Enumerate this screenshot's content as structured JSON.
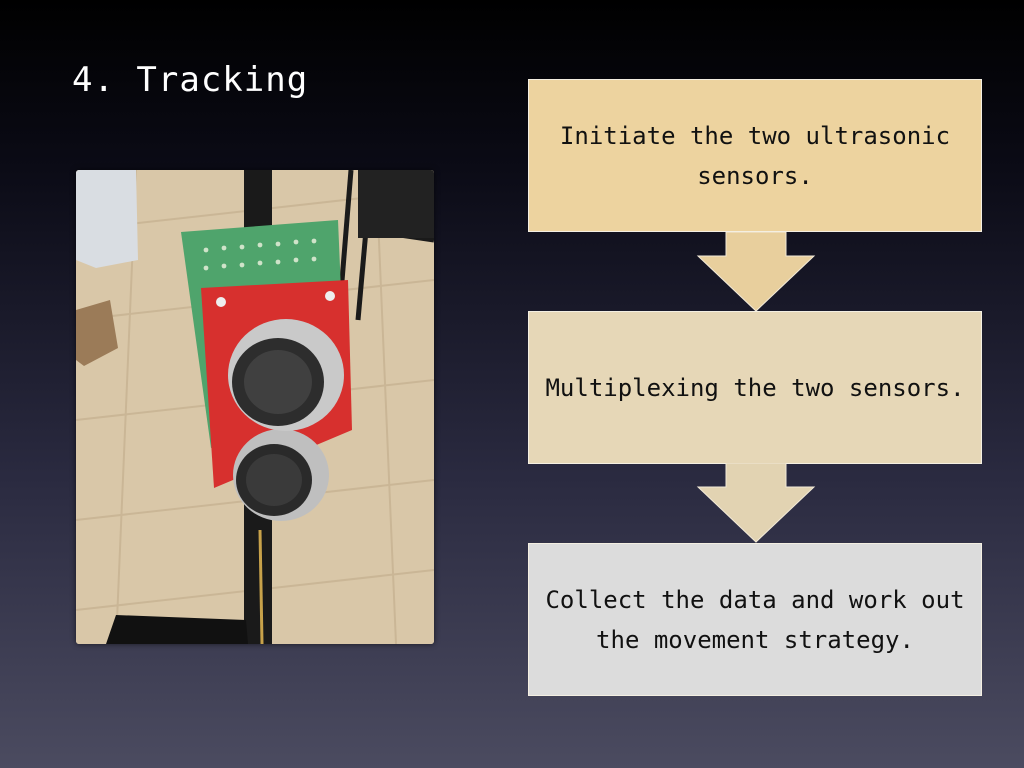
{
  "slide": {
    "title": "4. Tracking"
  },
  "photo": {
    "description_icon": "ultrasonic-sensor-photo"
  },
  "flow": {
    "steps": [
      {
        "text": "Initiate the two ultrasonic sensors."
      },
      {
        "text": "Multiplexing the two sensors."
      },
      {
        "text": "Collect the data and work out the movement strategy."
      }
    ]
  },
  "colors": {
    "box1": "#edd39f",
    "box2": "#e6d7b7",
    "box3": "#dcdcdc",
    "arrow1": "#e8cf9d",
    "arrow2": "#e2d3b2"
  }
}
